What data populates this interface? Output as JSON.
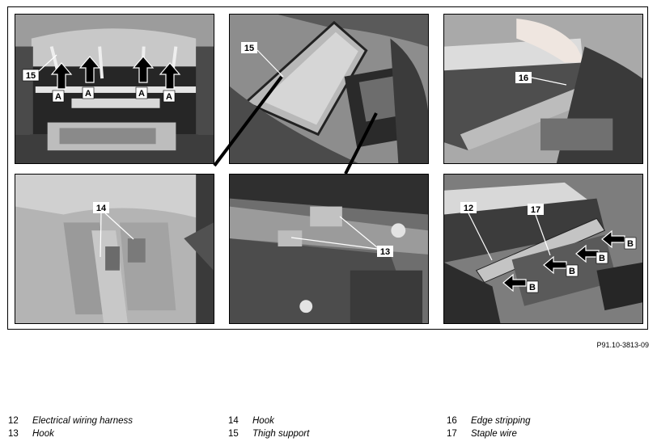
{
  "figure": {
    "reference": "P91.10-3813-09",
    "callouts": {
      "p15": "15",
      "p14": "14",
      "p13": "13",
      "p16": "16",
      "p12": "12",
      "p17": "17",
      "arrow_a": "A",
      "arrow_b": "B"
    }
  },
  "legend": [
    {
      "number": "12",
      "text": "Electrical wiring harness"
    },
    {
      "number": "13",
      "text": "Hook"
    },
    {
      "number": "14",
      "text": "Hook"
    },
    {
      "number": "15",
      "text": "Thigh support"
    },
    {
      "number": "16",
      "text": "Edge stripping"
    },
    {
      "number": "17",
      "text": "Staple wire"
    }
  ]
}
